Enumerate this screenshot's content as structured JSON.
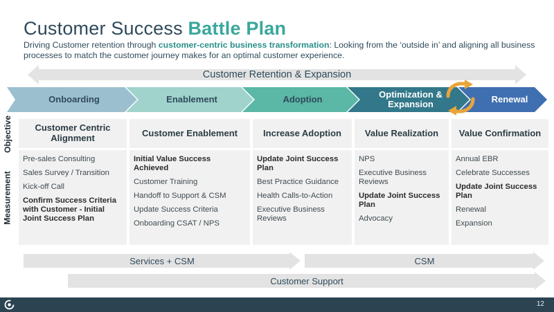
{
  "title": {
    "prefix": "Customer Success",
    "highlight": "Battle Plan"
  },
  "subtitle": {
    "before": "Driving Customer retention through ",
    "highlight": "customer-centric business transformation",
    "after": ": Looking from the ‘outside in’ and aligning all business processes to match the customer journey makes for an optimal customer experience."
  },
  "top_arrow": "Customer Retention & Expansion",
  "stages": [
    "Onboarding",
    "Enablement",
    "Adoption",
    "Optimization &\nExpansion",
    "Renewal"
  ],
  "row_labels": {
    "objective": "Objective",
    "measurement": "Measurement"
  },
  "columns": [
    {
      "header": "Customer Centric Alignment",
      "items": [
        {
          "text": "Pre-sales Consulting",
          "bold": false
        },
        {
          "text": "Sales Survey / Transition",
          "bold": false
        },
        {
          "text": "Kick-off Call",
          "bold": false
        },
        {
          "text": "Confirm Success Criteria with Customer - Initial Joint Success Plan",
          "bold": true
        }
      ]
    },
    {
      "header": "Customer Enablement",
      "items": [
        {
          "text": "Initial Value Success Achieved",
          "bold": true
        },
        {
          "text": "Customer Training",
          "bold": false
        },
        {
          "text": "Handoff to Support & CSM",
          "bold": false
        },
        {
          "text": "Update Success Criteria",
          "bold": false
        },
        {
          "text": "Onboarding CSAT / NPS",
          "bold": false
        }
      ]
    },
    {
      "header": "Increase Adoption",
      "items": [
        {
          "text": "Update Joint Success Plan",
          "bold": true
        },
        {
          "text": "Best Practice Guidance",
          "bold": false
        },
        {
          "text": "Health Calls-to-Action",
          "bold": false
        },
        {
          "text": "Executive Business Reviews",
          "bold": false
        }
      ]
    },
    {
      "header": "Value Realization",
      "items": [
        {
          "text": "NPS",
          "bold": false
        },
        {
          "text": "Executive Business Reviews",
          "bold": false
        },
        {
          "text": "Update Joint Success Plan",
          "bold": true
        },
        {
          "text": "Advocacy",
          "bold": false
        }
      ]
    },
    {
      "header": "Value Confirmation",
      "items": [
        {
          "text": "Annual EBR",
          "bold": false
        },
        {
          "text": "Celebrate Successes",
          "bold": false
        },
        {
          "text": "Update Joint Success Plan",
          "bold": true
        },
        {
          "text": "Renewal",
          "bold": false
        },
        {
          "text": "Expansion",
          "bold": false
        }
      ]
    }
  ],
  "bottom_arrows": {
    "services_csm": "Services + CSM",
    "csm": "CSM",
    "support": "Customer Support"
  },
  "page_number": "12",
  "colors": {
    "navy": "#2c4352",
    "teal_accent": "#3aa79b",
    "stage_colors": [
      "#9cbfcf",
      "#9fd3cc",
      "#5bb7a6",
      "#33788a",
      "#3f6fb0"
    ],
    "cycle_icon": "#e9a43a"
  },
  "icons": {
    "cycle": "cycle-arrows-icon",
    "logo": "company-logo"
  }
}
